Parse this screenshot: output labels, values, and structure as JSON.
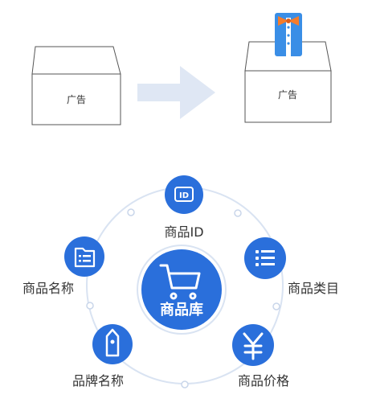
{
  "top": {
    "box_left_label": "广告",
    "box_right_label": "广告"
  },
  "hub": {
    "center_label": "商品库",
    "nodes": [
      {
        "key": "id",
        "label": "商品ID",
        "icon": "id-card-icon"
      },
      {
        "key": "category",
        "label": "商品类目",
        "icon": "list-icon"
      },
      {
        "key": "price",
        "label": "商品价格",
        "icon": "yen-icon"
      },
      {
        "key": "brand",
        "label": "品牌名称",
        "icon": "tag-icon"
      },
      {
        "key": "name",
        "label": "商品名称",
        "icon": "document-icon"
      }
    ]
  },
  "colors": {
    "primary": "#2a6fdb",
    "ring": "#d9e3f2",
    "arrow": "#dfe7f4",
    "box_stroke": "#555555",
    "shirt": "#3a8ee6",
    "tie": "#f57c2b"
  }
}
